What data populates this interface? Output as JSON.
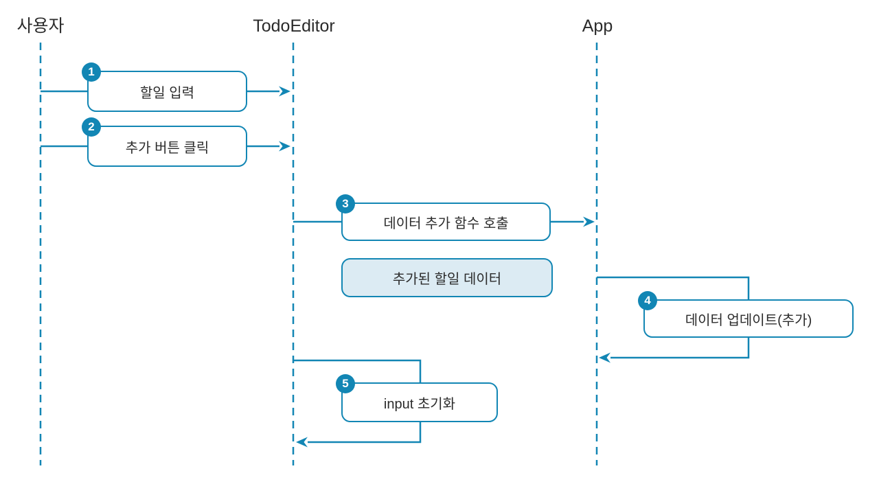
{
  "diagram": {
    "type": "sequence-diagram",
    "colors": {
      "accent": "#1286b4",
      "note_fill": "#dcebf3",
      "text": "#2b2b2b",
      "background": "#ffffff"
    },
    "actors": [
      {
        "id": "user",
        "label": "사용자"
      },
      {
        "id": "todo-editor",
        "label": "TodoEditor"
      },
      {
        "id": "app",
        "label": "App"
      }
    ],
    "messages": [
      {
        "num": "1",
        "label": "할일 입력",
        "from": "user",
        "to": "todo-editor"
      },
      {
        "num": "2",
        "label": "추가 버튼 클릭",
        "from": "user",
        "to": "todo-editor"
      },
      {
        "num": "3",
        "label": "데이터 추가 함수 호출",
        "from": "todo-editor",
        "to": "app"
      },
      {
        "num": "4",
        "label": "데이터 업데이트(추가)",
        "from": "app",
        "to": "app"
      },
      {
        "num": "5",
        "label": "input 초기화",
        "from": "todo-editor",
        "to": "todo-editor"
      }
    ],
    "note": {
      "label": "추가된 할일 데이터"
    }
  }
}
